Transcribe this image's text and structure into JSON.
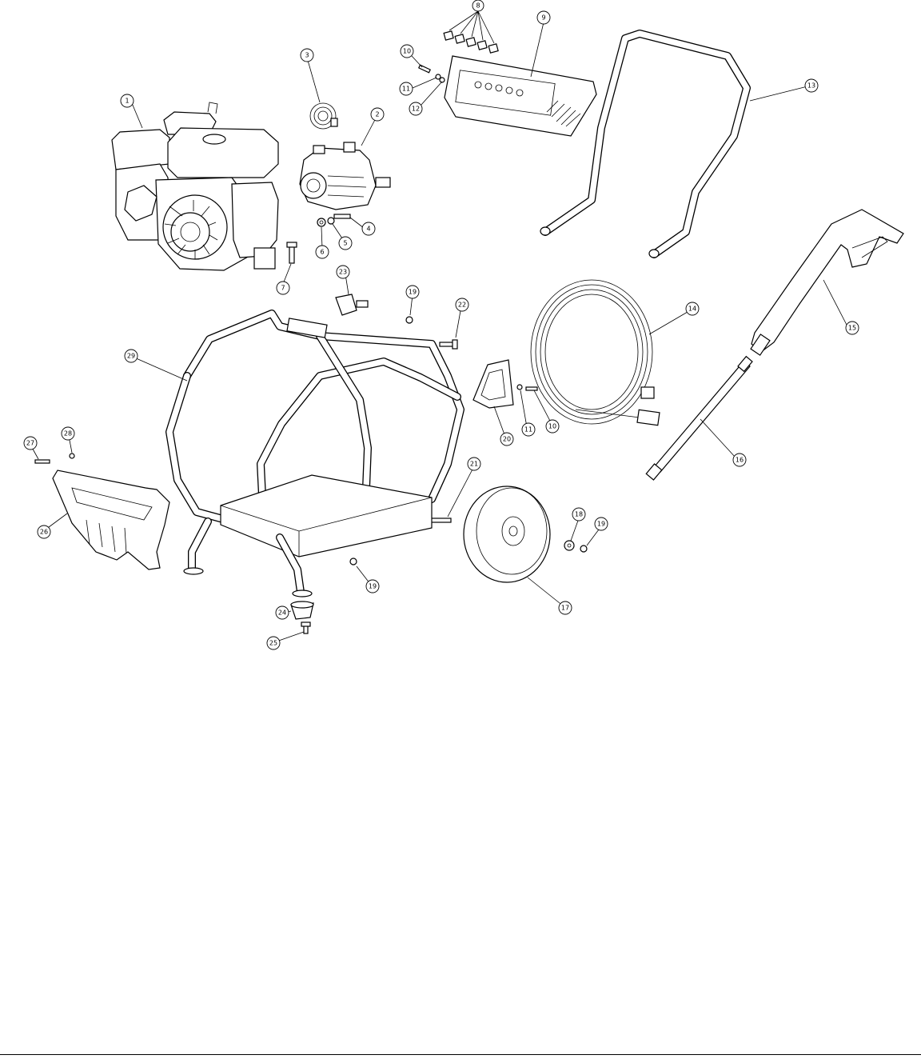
{
  "callouts": [
    {
      "id": "c1",
      "label": "1"
    },
    {
      "id": "c2",
      "label": "2"
    },
    {
      "id": "c3",
      "label": "3"
    },
    {
      "id": "c4",
      "label": "4"
    },
    {
      "id": "c5",
      "label": "5"
    },
    {
      "id": "c6",
      "label": "6"
    },
    {
      "id": "c7",
      "label": "7"
    },
    {
      "id": "c8",
      "label": "8"
    },
    {
      "id": "c9",
      "label": "9"
    },
    {
      "id": "c10a",
      "label": "10"
    },
    {
      "id": "c11a",
      "label": "11"
    },
    {
      "id": "c12",
      "label": "12"
    },
    {
      "id": "c13",
      "label": "13"
    },
    {
      "id": "c14",
      "label": "14"
    },
    {
      "id": "c15",
      "label": "15"
    },
    {
      "id": "c16",
      "label": "16"
    },
    {
      "id": "c17",
      "label": "17"
    },
    {
      "id": "c18",
      "label": "18"
    },
    {
      "id": "c19a",
      "label": "19"
    },
    {
      "id": "c19b",
      "label": "19"
    },
    {
      "id": "c19c",
      "label": "19"
    },
    {
      "id": "c20",
      "label": "20"
    },
    {
      "id": "c11b",
      "label": "11"
    },
    {
      "id": "c10b",
      "label": "10"
    },
    {
      "id": "c21",
      "label": "21"
    },
    {
      "id": "c22",
      "label": "22"
    },
    {
      "id": "c23",
      "label": "23"
    },
    {
      "id": "c24",
      "label": "24"
    },
    {
      "id": "c25",
      "label": "25"
    },
    {
      "id": "c26",
      "label": "26"
    },
    {
      "id": "c27",
      "label": "27"
    },
    {
      "id": "c28",
      "label": "28"
    },
    {
      "id": "c29",
      "label": "29"
    }
  ]
}
